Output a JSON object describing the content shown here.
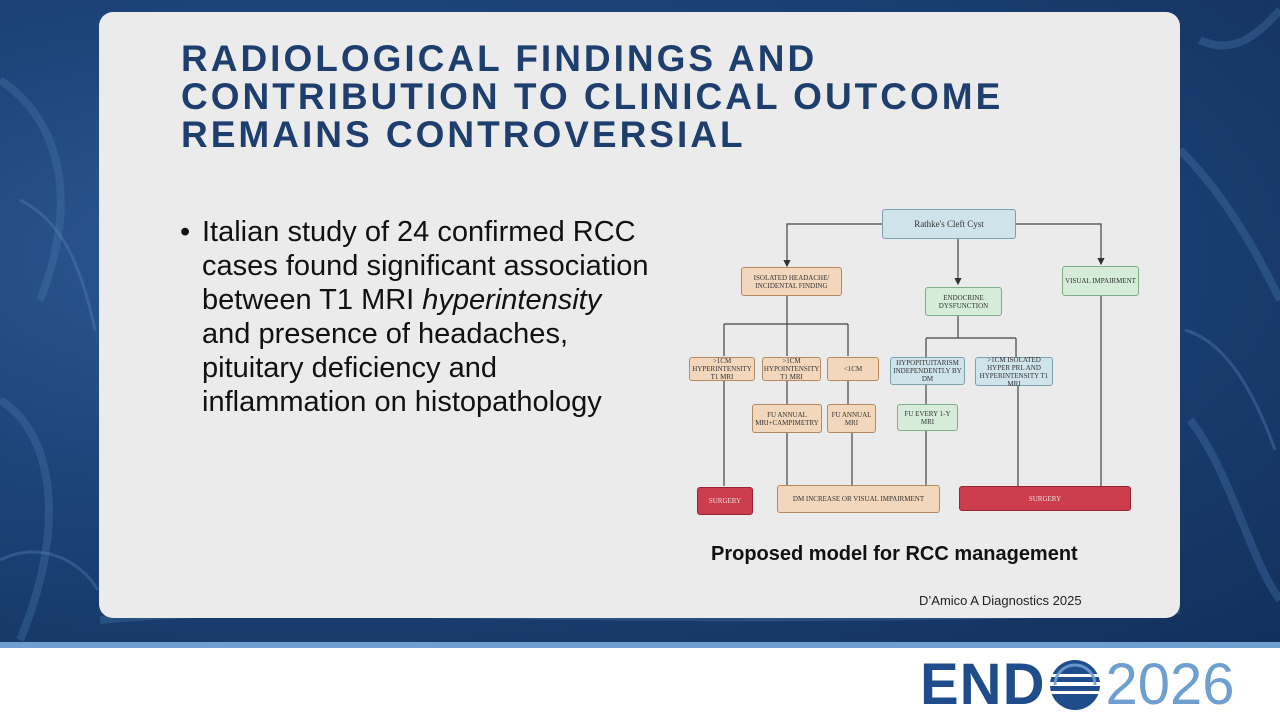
{
  "slide": {
    "title": "RADIOLOGICAL FINDINGS AND CONTRIBUTION TO CLINICAL OUTCOME REMAINS CONTROVERSIAL",
    "bullet_marker": "•",
    "bullet_before": "Italian study of 24 confirmed RCC cases found significant association between T1 MRI ",
    "bullet_emphasis": "hyperintensity",
    "bullet_after": " and presence of headaches, pituitary deficiency and inflammation on histopathology",
    "caption": "Proposed model for RCC management",
    "credit": "D’Amico A Diagnostics 2025"
  },
  "flowchart": {
    "root": "Rathke's Cleft Cyst",
    "isolated": "ISOLATED HEADACHE/ INCIDENTAL FINDING",
    "endocrine": "ENDOCRINE DYSFUNCTION",
    "visual": "VISUAL IMPAIRMENT",
    "hyper": ">1CM HYPERINTENSITY T1 MRI",
    "hypo": ">1CM HYPOINTENSITY T1 MRI",
    "small": "<1CM",
    "hypopit": "HYPOPITUITARISM INDEPENDENTLY BY DM",
    "isolated_prl": ">1CM ISOLATED HYPER PRL AND HYPERINTENSITY T1 MRI",
    "fu_camp": "FU ANNUAL MRI+CAMPIMETRY",
    "fu_annual": "FU ANNUAL MRI",
    "fu_every": "FU EVERY 1-Y MRI",
    "surgery_left": "SURGERY",
    "dm_increase": "DM INCREASE OR VISUAL IMPAIRMENT",
    "surgery_right": "SURGERY"
  },
  "footer": {
    "logo_end": "END",
    "logo_year": "2026"
  },
  "colors": {
    "title": "#1e3f6e",
    "logo_dark": "#1f4d8c",
    "logo_light": "#6f9fd0"
  }
}
